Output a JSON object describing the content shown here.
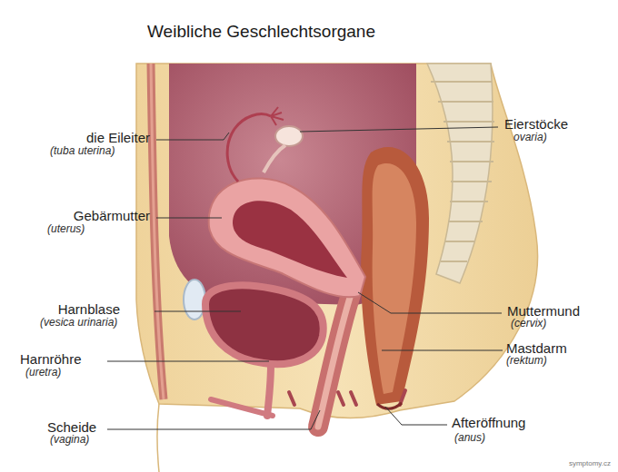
{
  "diagram": {
    "title": "Weibliche Geschlechtsorgane",
    "labels": [
      "die Eileiter",
      "(tuba uterina)",
      "Gebärmutter",
      "(uterus)",
      "Harnblase",
      "(vesica urinaria)",
      "Harnröhre",
      "(uretra)",
      "Scheide",
      "(vagina)",
      "Eierstöcke",
      "ovaria)",
      "Muttermund",
      "(cervix)",
      "Mastdarm",
      "(rektum)",
      "Afteröffnung",
      "(anus)",
      "symptomy.cz"
    ]
  }
}
